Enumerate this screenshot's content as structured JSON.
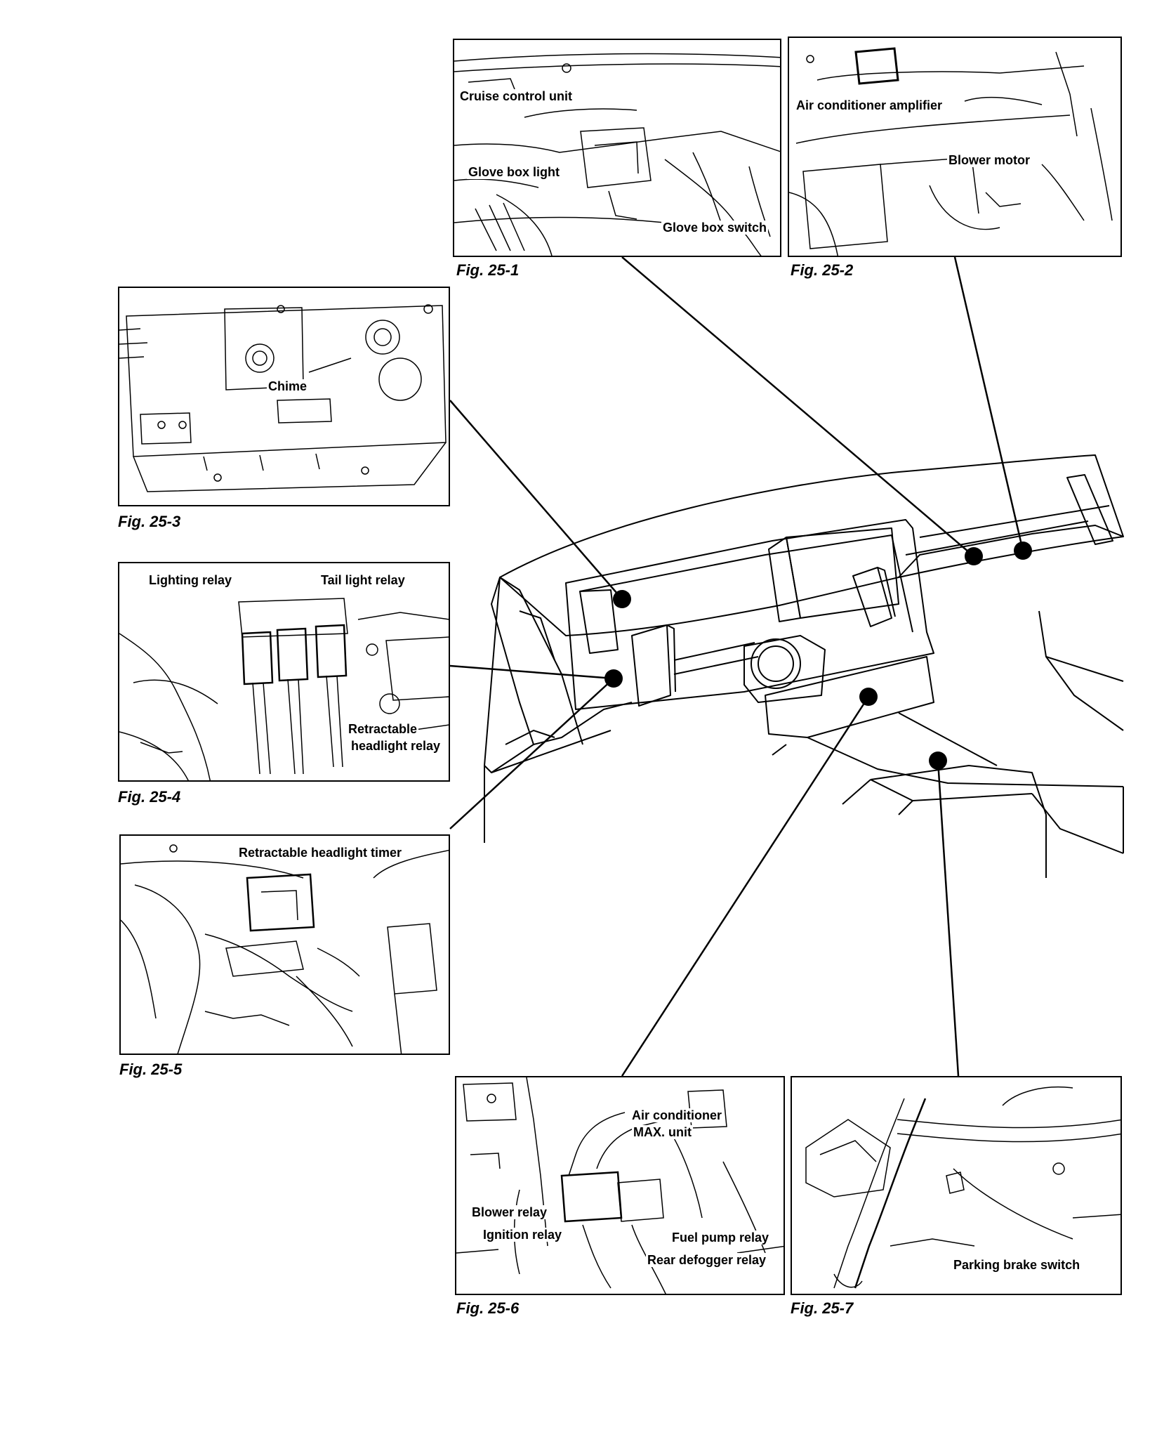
{
  "figures": {
    "fig1": {
      "caption": "Fig. 25-1",
      "labels": [
        "Cruise control unit",
        "Glove box light",
        "Glove box switch"
      ]
    },
    "fig2": {
      "caption": "Fig. 25-2",
      "labels": [
        "Air conditioner amplifier",
        "Blower motor"
      ]
    },
    "fig3": {
      "caption": "Fig. 25-3",
      "labels": [
        "Chime"
      ]
    },
    "fig4": {
      "caption": "Fig. 25-4",
      "labels": [
        "Lighting relay",
        "Tail light relay",
        "Retractable",
        "headlight relay"
      ]
    },
    "fig5": {
      "caption": "Fig. 25-5",
      "labels": [
        "Retractable headlight timer"
      ]
    },
    "fig6": {
      "caption": "Fig. 25-6",
      "labels": [
        "Air conditioner",
        "MAX. unit",
        "Blower relay",
        "Ignition relay",
        "Fuel pump relay",
        "Rear defogger relay"
      ]
    },
    "fig7": {
      "caption": "Fig. 25-7",
      "labels": [
        "Parking brake switch"
      ]
    }
  }
}
